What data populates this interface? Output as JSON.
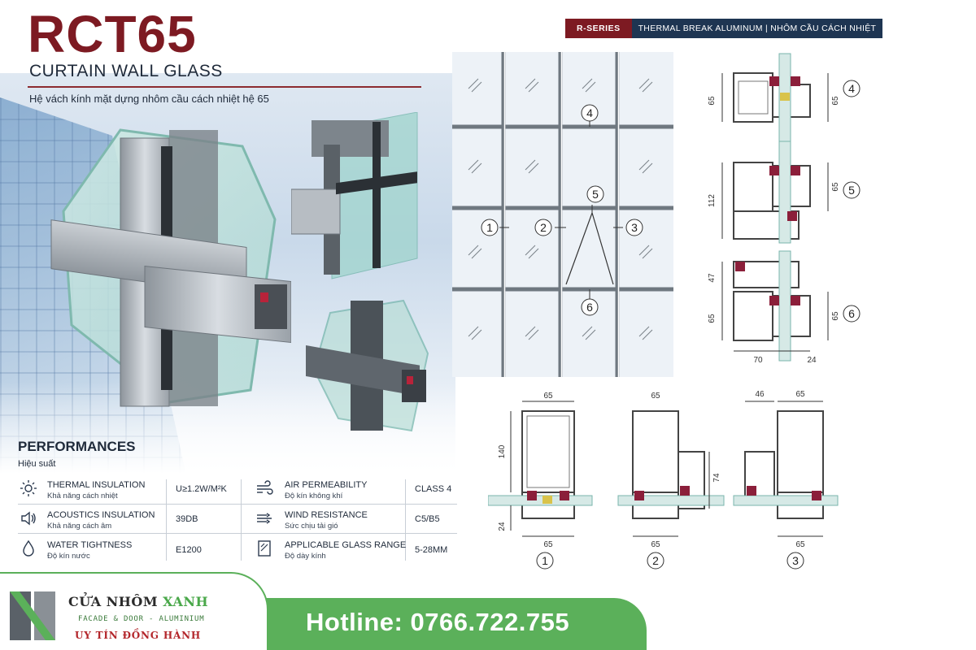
{
  "header": {
    "title": "RCT65",
    "subtitle": "CURTAIN WALL GLASS",
    "description": "Hệ vách kính mặt dựng nhôm cầu cách nhiệt hệ 65"
  },
  "badge": {
    "series": "R-SERIES",
    "material": "THERMAL BREAK ALUMINUM | NHÔM CẦU CÁCH NHIỆT"
  },
  "performances": {
    "title": "PERFORMANCES",
    "subtitle": "Hiệu suất",
    "items": [
      {
        "label": "THERMAL INSULATION",
        "sublabel": "Khả năng cách nhiệt",
        "value": "U≥1.2W/M²K",
        "icon": "sun-icon"
      },
      {
        "label": "ACOUSTICS INSULATION",
        "sublabel": "Khả năng cách âm",
        "value": "39DB",
        "icon": "speaker-icon"
      },
      {
        "label": "WATER TIGHTNESS",
        "sublabel": "Độ kín nước",
        "value": "E1200",
        "icon": "water-drop-icon"
      },
      {
        "label": "AIR PERMEABILITY",
        "sublabel": "Độ kín không khí",
        "value": "CLASS 4",
        "icon": "air-icon"
      },
      {
        "label": "WIND RESISTANCE",
        "sublabel": "Sức chịu tải gió",
        "value": "C5/B5",
        "icon": "wind-icon"
      },
      {
        "label": "APPLICABLE GLASS RANGE",
        "sublabel": "Độ dày kính",
        "value": "5-28MM",
        "icon": "glass-icon"
      }
    ]
  },
  "grid_diagram": {
    "markers": [
      "1",
      "2",
      "3",
      "4",
      "5",
      "6"
    ]
  },
  "sections_right": [
    {
      "marker": "4",
      "dims": [
        "65",
        "65"
      ]
    },
    {
      "marker": "5",
      "dims": [
        "112",
        "65"
      ]
    },
    {
      "marker": "6",
      "dims": [
        "47",
        "65",
        "65",
        "70",
        "24"
      ]
    }
  ],
  "sections_bottom": [
    {
      "marker": "1",
      "dims": [
        "65",
        "140",
        "24",
        "65"
      ]
    },
    {
      "marker": "2",
      "dims": [
        "65",
        "74",
        "65"
      ]
    },
    {
      "marker": "3",
      "dims": [
        "46",
        "65",
        "65"
      ]
    }
  ],
  "footer": {
    "brand_main": "CỬA NHÔM ",
    "brand_accent": "XANH",
    "brand_tag": "FACADE & DOOR - ALUMINIUM",
    "slogan": "UY TÍN ĐỒNG HÀNH",
    "hotline": "Hotline: 0766.722.755"
  },
  "colors": {
    "brand_red": "#7d1a22",
    "navy": "#1e3552",
    "green": "#5bb05a"
  }
}
